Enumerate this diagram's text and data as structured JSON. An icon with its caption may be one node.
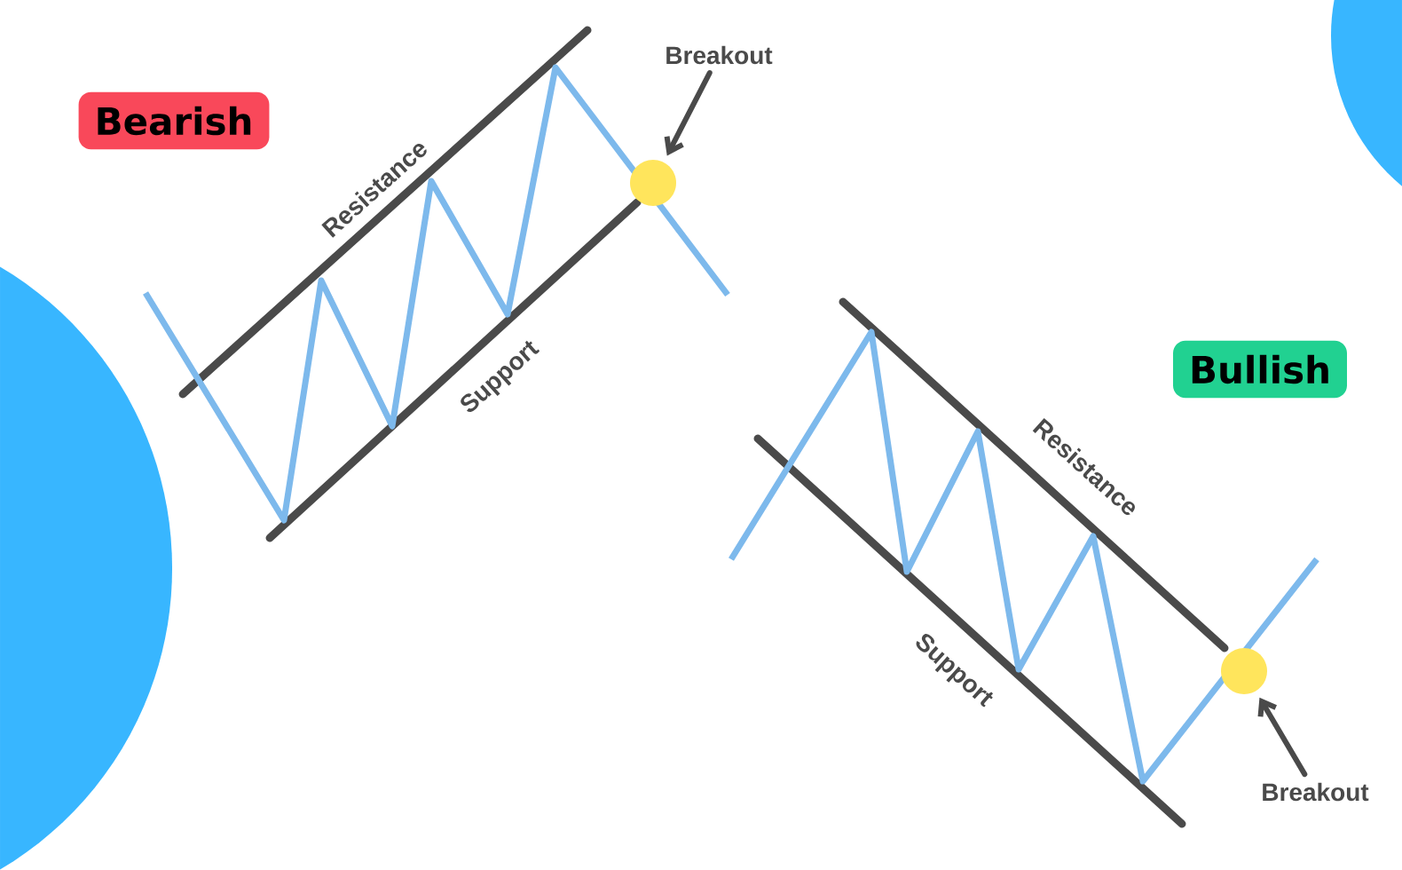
{
  "diagram": {
    "nodes": [
      {
        "text": [
          "Bearish"
        ]
      },
      {
        "text": [
          "Breakout"
        ]
      },
      {
        "text": [],
        "shape": "circle"
      },
      {
        "text": [
          "Bullish"
        ]
      },
      {
        "text": [],
        "shape": "circle"
      },
      {
        "text": [
          "Breakout"
        ]
      }
    ],
    "edges": [
      {
        "from": 1,
        "to": 2,
        "arrow": "to"
      },
      {
        "from": 5,
        "to": 4,
        "arrow": "to"
      }
    ],
    "labels": [
      "Resistance",
      "Support",
      "Resistance",
      "Support"
    ]
  }
}
